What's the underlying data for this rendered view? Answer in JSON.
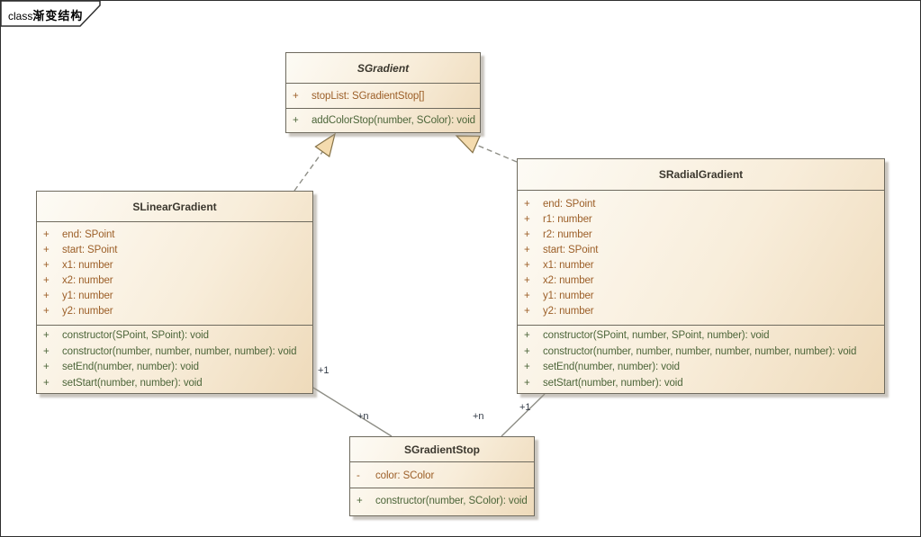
{
  "frame": {
    "prefix": "class",
    "title": "渐变结构"
  },
  "colors": {
    "box_fill_light": "#fdfbf5",
    "box_fill_dark": "#eedaba",
    "box_border": "#6e6a5e",
    "attribute_text": "#9c5f28",
    "operation_text": "#4c6539",
    "title_text": "#3b372e",
    "edge_stroke": "#8e8e86",
    "arrowhead_fill": "#f4dbae",
    "arrowhead_stroke": "#857248",
    "multiplicity_text": "#323a46"
  },
  "classes": {
    "sgradient": {
      "name": "SGradient",
      "abstract": true,
      "attributes": [
        {
          "sign": "+",
          "text": "stopList: SGradientStop[]"
        }
      ],
      "operations": [
        {
          "sign": "+",
          "text": "addColorStop(number, SColor): void"
        }
      ]
    },
    "slineargradient": {
      "name": "SLinearGradient",
      "abstract": false,
      "attributes": [
        {
          "sign": "+",
          "text": "end: SPoint"
        },
        {
          "sign": "+",
          "text": "start: SPoint"
        },
        {
          "sign": "+",
          "text": "x1: number"
        },
        {
          "sign": "+",
          "text": "x2: number"
        },
        {
          "sign": "+",
          "text": "y1: number"
        },
        {
          "sign": "+",
          "text": "y2: number"
        }
      ],
      "operations": [
        {
          "sign": "+",
          "text": "constructor(SPoint, SPoint): void"
        },
        {
          "sign": "+",
          "text": "constructor(number, number, number, number): void"
        },
        {
          "sign": "+",
          "text": "setEnd(number, number): void"
        },
        {
          "sign": "+",
          "text": "setStart(number, number): void"
        }
      ]
    },
    "sradialgradient": {
      "name": "SRadialGradient",
      "abstract": false,
      "attributes": [
        {
          "sign": "+",
          "text": "end: SPoint"
        },
        {
          "sign": "+",
          "text": "r1: number"
        },
        {
          "sign": "+",
          "text": "r2: number"
        },
        {
          "sign": "+",
          "text": "start: SPoint"
        },
        {
          "sign": "+",
          "text": "x1: number"
        },
        {
          "sign": "+",
          "text": "x2: number"
        },
        {
          "sign": "+",
          "text": "y1: number"
        },
        {
          "sign": "+",
          "text": "y2: number"
        }
      ],
      "operations": [
        {
          "sign": "+",
          "text": "constructor(SPoint, number, SPoint, number): void"
        },
        {
          "sign": "+",
          "text": "constructor(number, number, number, number, number, number): void"
        },
        {
          "sign": "+",
          "text": "setEnd(number, number): void"
        },
        {
          "sign": "+",
          "text": "setStart(number, number): void"
        }
      ]
    },
    "sgradientstop": {
      "name": "SGradientStop",
      "abstract": false,
      "attributes": [
        {
          "sign": "-",
          "text": "color: SColor"
        }
      ],
      "operations": [
        {
          "sign": "+",
          "text": "constructor(number, SColor): void"
        }
      ]
    }
  },
  "multiplicities": {
    "linear_source": "+1",
    "linear_target": "+n",
    "radial_source": "+1",
    "radial_target": "+n"
  }
}
